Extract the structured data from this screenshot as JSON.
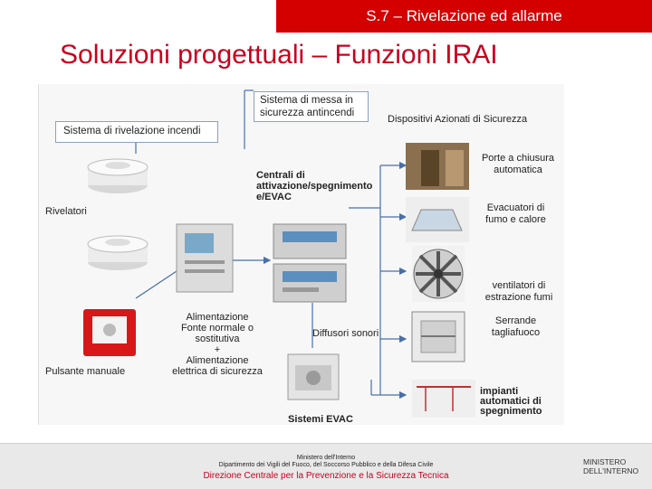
{
  "header": {
    "section": "S.7 – Rivelazione ed allarme"
  },
  "title": "Soluzioni progettuali – Funzioni IRAI",
  "diagram": {
    "box_messa_sicurezza": [
      "Sistema di messa in",
      "sicurezza antincendi"
    ],
    "box_rivelazione": "Sistema di rivelazione incendi",
    "dispositivi_label": "Dispositivi Azionati di Sicurezza",
    "centrali_label": [
      "Centrali di",
      "attivazione/spegnimento",
      "e/EVAC"
    ],
    "rivelatori_label": "Rivelatori",
    "pulsante_label": "Pulsante manuale",
    "alimentazione_label": [
      "Alimentazione",
      "Fonte normale o",
      "sostitutiva",
      "+",
      "Alimentazione",
      "elettrica di sicurezza"
    ],
    "diffusori_label": "Diffusori sonori",
    "evac_label": "Sistemi EVAC",
    "devices": [
      [
        "Porte a chiusura",
        "automatica"
      ],
      [
        "Evacuatori di",
        "fumo e calore"
      ],
      [
        "ventilatori di",
        "estrazione fumi"
      ],
      [
        "Serrande",
        "tagliafuoco"
      ],
      [
        "impianti",
        "automatici di",
        "spegnimento"
      ]
    ]
  },
  "footer": {
    "line1": "Ministero dell'Interno",
    "line2": "Dipartimento dei Vigili del Fuoco, del Soccorso Pubblico e della Difesa Civile",
    "line3": "Direzione Centrale per la Prevenzione e la Sicurezza Tecnica",
    "ministry_logo": [
      "MINISTERO",
      "DELL'INTERNO"
    ]
  },
  "colors": {
    "accent": "#c8001e",
    "topbar": "#d40000",
    "connector": "#4a6fa5"
  }
}
